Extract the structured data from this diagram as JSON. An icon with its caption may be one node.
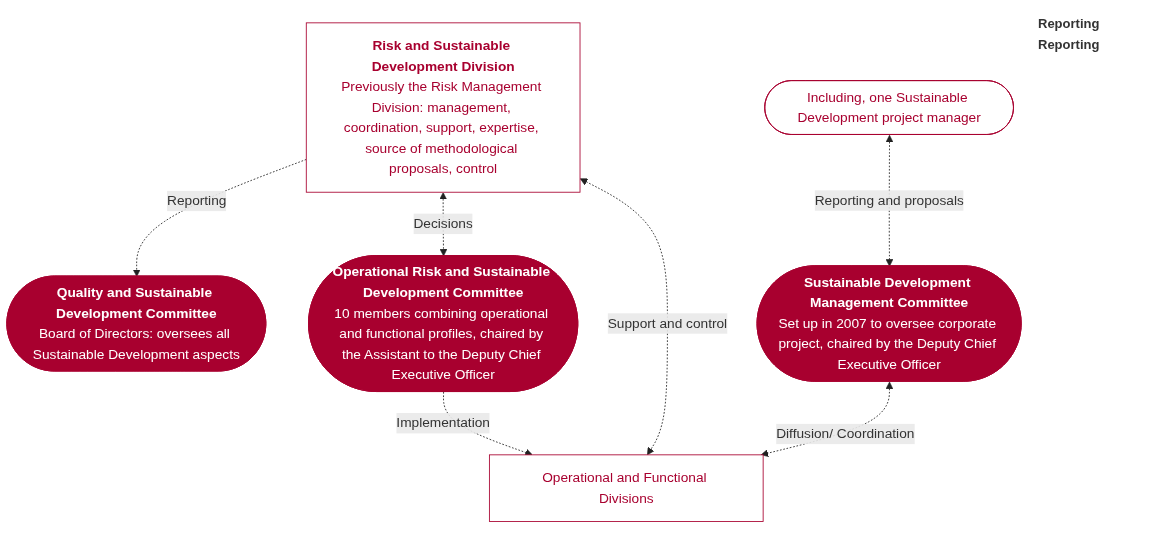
{
  "diagram": {
    "nodes": [
      {
        "text": [
          "Quality and Sustainable Development Committee",
          "Board of Directors: oversees all Sustainable Development aspects"
        ]
      },
      {
        "text": [
          "Sustainable Development Management Committee",
          "Set up in 2007 to oversee corporate project, chaired by the Deputy Chief Executive Officer"
        ]
      },
      {
        "text": [
          "Risk and Sustainable Development Division",
          "Previously the Risk Management Division: management, coordination, support, expertise, source of methodological proposals, control"
        ]
      },
      {
        "text": [
          "Operational Risk and Sustainable Development Committee",
          "10 members combining operational and functional profiles, chaired by the Assistant to the Deputy Chief Executive Officer"
        ]
      },
      {
        "text": [
          "Including, one Sustainable Development project manager"
        ]
      },
      {
        "text": [
          "Operational and Functional Divisions"
        ]
      }
    ],
    "edges": [
      {
        "from": 2,
        "to": 0,
        "arrow": "to",
        "label": "Reporting",
        "style": "dashed"
      },
      {
        "from": 4,
        "to": 1,
        "arrow": "both",
        "label": "Reporting and proposals",
        "style": "dashed"
      },
      {
        "from": 2,
        "to": 3,
        "arrow": "both",
        "label": "Decisions",
        "style": "dashed"
      },
      {
        "from": 2,
        "to": 5,
        "arrow": "both",
        "label": "Support and control",
        "style": "dashed"
      },
      {
        "from": 1,
        "to": 5,
        "arrow": "both",
        "label": "Diffusion/ Coordination",
        "style": "dashed"
      },
      {
        "from": 3,
        "to": 5,
        "arrow": "to",
        "label": "Implementation",
        "style": "dashed"
      }
    ],
    "labels": [
      "Reporting",
      "Reporting"
    ]
  }
}
